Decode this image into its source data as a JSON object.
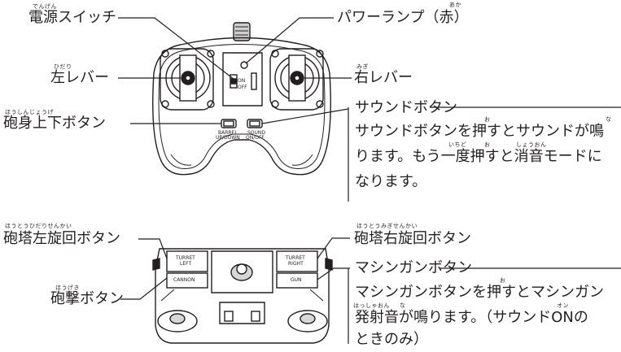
{
  "labels": {
    "power_switch": "電源スイッチ",
    "power_switch_ruby": "でんげん",
    "power_lamp": "パワーランプ（赤）",
    "power_lamp_ruby": "あか",
    "left_lever": "左レバー",
    "left_lever_ruby": "ひだり",
    "right_lever": "右レバー",
    "right_lever_ruby": "みぎ",
    "barrel_button": "砲身上下ボタン",
    "barrel_button_ruby": "ほうしんじょうげ",
    "turret_left": "砲塔左旋回ボタン",
    "turret_left_ruby": "ほうとうひだりせんかい",
    "turret_right": "砲塔右旋回ボタン",
    "turret_right_ruby": "ほうとうみぎせんかい",
    "cannon_button": "砲撃ボタン",
    "cannon_button_ruby": "ほうげき"
  },
  "callouts": {
    "sound": {
      "title": "サウンドボタン",
      "lines": [
        "サウンドボタンを押すとサウンドが鳴",
        "ります。もう一度押すと消音モードに",
        "なります。"
      ],
      "rubies": [
        "お",
        "な",
        "いちど",
        "お",
        "しょうおん"
      ]
    },
    "machinegun": {
      "title": "マシンガンボタン",
      "lines": [
        "マシンガンボタンを押すとマシンガン",
        "発射音が鳴ります。（サウンドONの",
        "ときのみ）"
      ],
      "rubies": [
        "お",
        "はっしゃおん",
        "な",
        "オン"
      ]
    }
  },
  "device_text": {
    "on": "ON",
    "off": "OFF",
    "barrel_btn": [
      "BARREL",
      "UP/DOWN"
    ],
    "sound_btn": [
      "SOUND",
      "ON/OFF"
    ],
    "turret_left": [
      "TURRET",
      "LEFT"
    ],
    "turret_right": [
      "TURRET",
      "RIGHT"
    ],
    "cannon": "CANNON",
    "gun": "GUN"
  }
}
